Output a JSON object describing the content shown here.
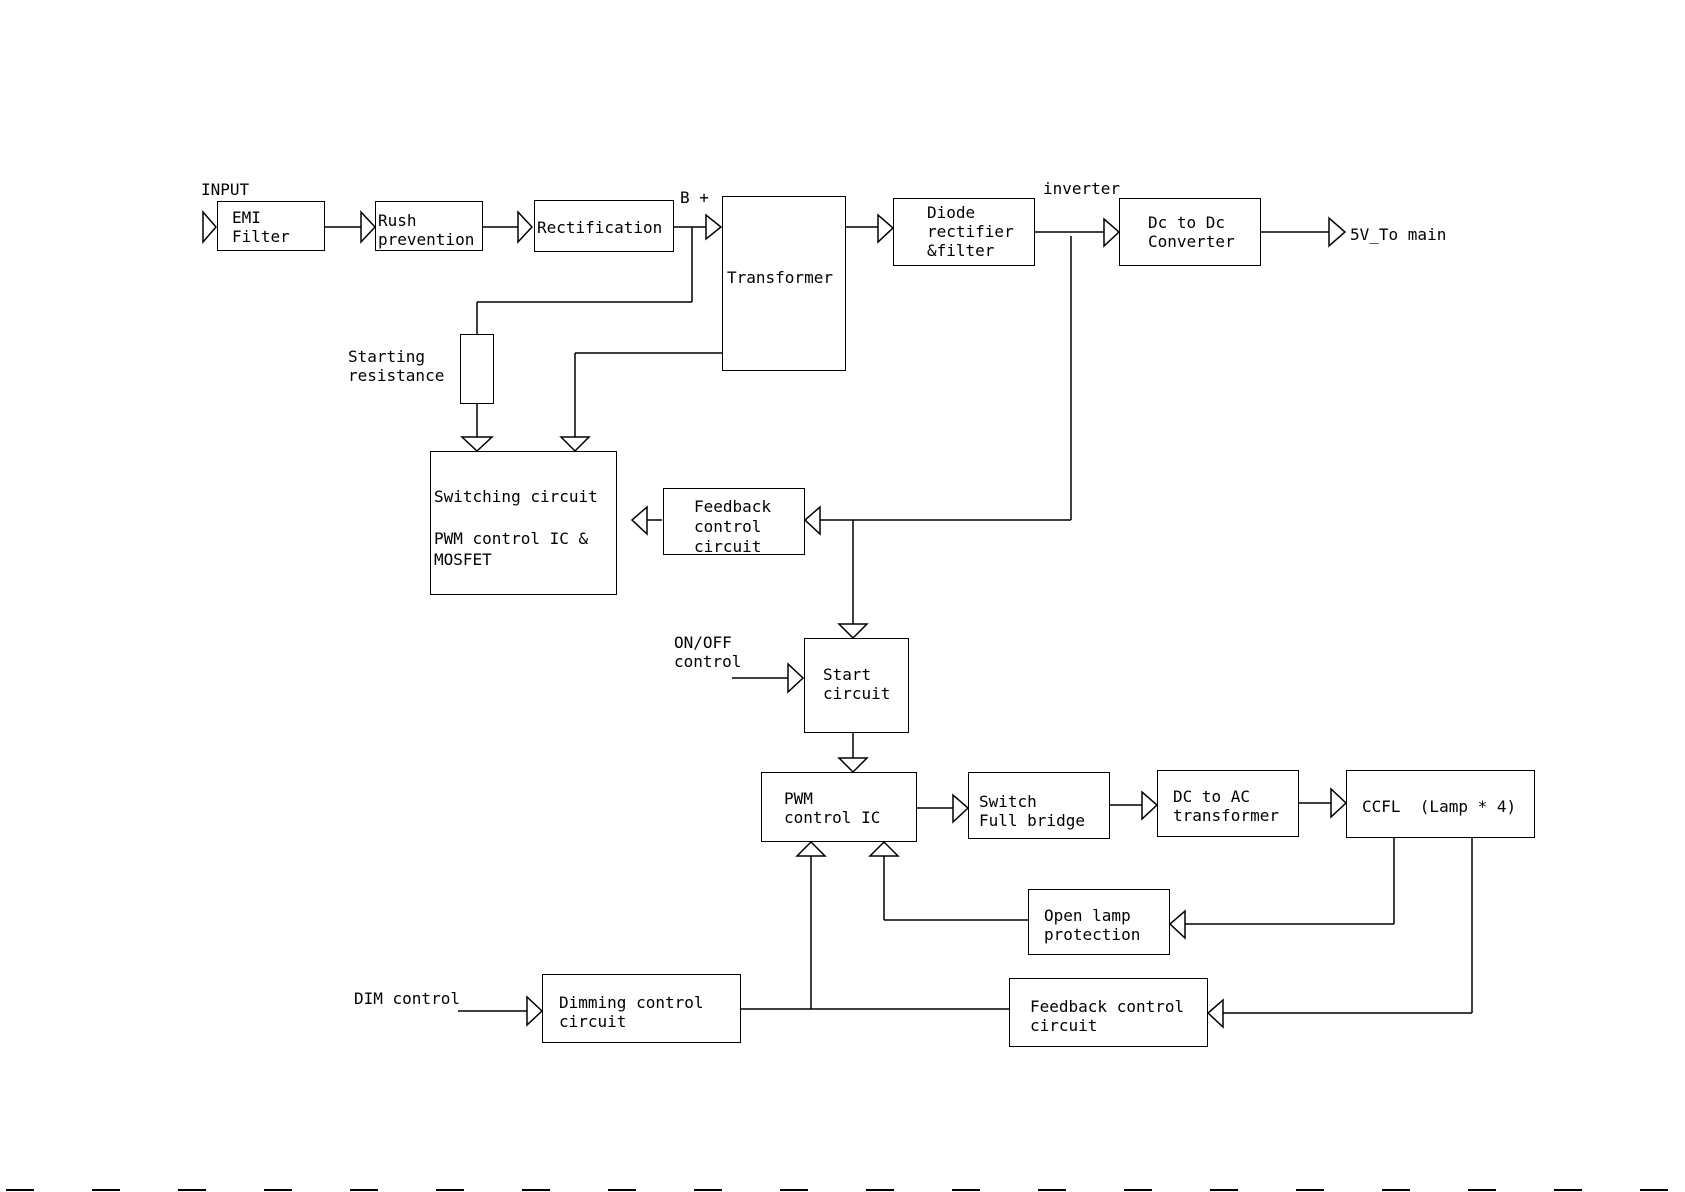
{
  "labels": {
    "input": "INPUT",
    "b_plus": "B +",
    "inverter": "inverter",
    "out_5v": "5V_To main",
    "starting_resistance": "Starting\nresistance",
    "on_off": "ON/OFF\ncontrol",
    "dim": "DIM control"
  },
  "blocks": {
    "emi": "EMI\nFilter",
    "rush": "Rush\nprevention",
    "rect": "Rectification",
    "transformer": "Transformer",
    "diode": "Diode\nrectifier\n&filter",
    "dcdc": "Dc to Dc\nConverter",
    "switching": "Switching circuit\n\nPWM control IC &\nMOSFET",
    "feedback1": "Feedback\ncontrol\ncircuit",
    "start": "Start\ncircuit",
    "pwm": "PWM\ncontrol IC",
    "switch_fb": "Switch\nFull bridge",
    "dcac": "DC to AC\ntransformer",
    "ccfl": "CCFL  (Lamp * 4)",
    "open_lamp": "Open lamp\nprotection",
    "dimming": "Dimming control\ncircuit",
    "feedback2": "Feedback control\ncircuit"
  }
}
